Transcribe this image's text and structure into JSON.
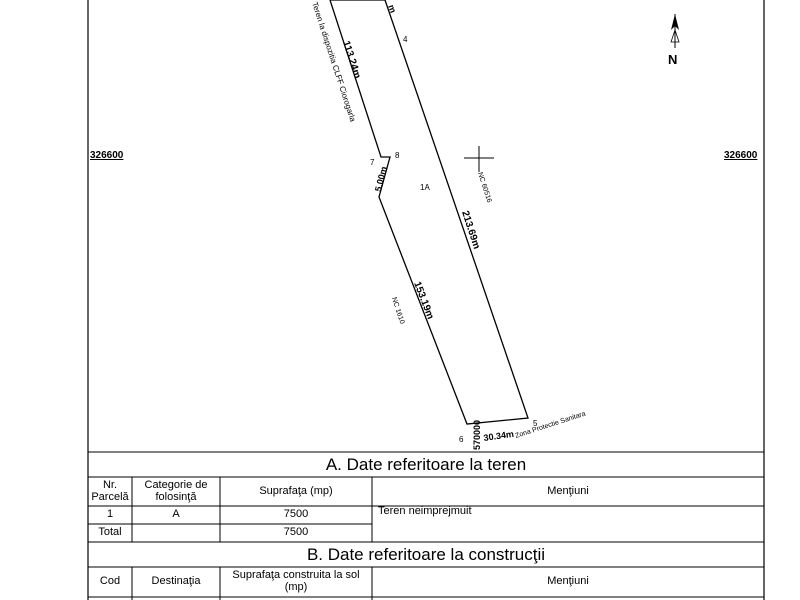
{
  "plan": {
    "grid_coordinate_left": "326600",
    "grid_coordinate_right": "326600",
    "north_label": "N",
    "label_teren": "Teren la dispozitia CLFF Ciorogarla",
    "label_113": "113.24m",
    "label_point4": "4",
    "label_point7": "7",
    "label_point8": "8",
    "label_point5": "5",
    "label_point6": "6",
    "label_500": "5.00m",
    "label_1a": "1A",
    "label_nc60516": "NC 60516",
    "label_213": "213.69m",
    "label_153": "153.19m",
    "label_nc1610": "NC 1610",
    "label_3034": "30.34m",
    "label_zona": "Zona Protectie Sanitara",
    "label_570000": "570000",
    "label_top_m": "m"
  },
  "section_a": {
    "title": "A. Date referitoare la teren",
    "headers": [
      "Nr. Parcelă",
      "Categorie de folosinţă",
      "Suprafaţa (mp)",
      "Menţiuni"
    ],
    "rows": [
      [
        "1",
        "A",
        "7500",
        "Teren neimprejmuit"
      ],
      [
        "Total",
        "",
        "7500",
        ""
      ]
    ]
  },
  "section_b": {
    "title": "B. Date referitoare la construcţii",
    "headers": [
      "Cod",
      "Destinaţia",
      "Suprafaţa construita la sol (mp)",
      "Menţiuni"
    ]
  }
}
